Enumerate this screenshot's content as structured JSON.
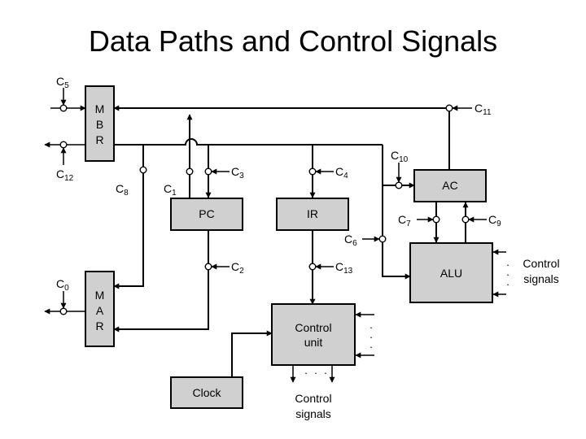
{
  "title": "Data Paths and Control Signals",
  "blocks": {
    "mbr": [
      "M",
      "B",
      "R"
    ],
    "mar": [
      "M",
      "A",
      "R"
    ],
    "pc": "PC",
    "ir": "IR",
    "ac": "AC",
    "alu": "ALU",
    "control_unit": [
      "Control",
      "unit"
    ],
    "clock": "Clock"
  },
  "control_signals": [
    {
      "letter": "C",
      "sub": "0"
    },
    {
      "letter": "C",
      "sub": "1"
    },
    {
      "letter": "C",
      "sub": "2"
    },
    {
      "letter": "C",
      "sub": "3"
    },
    {
      "letter": "C",
      "sub": "4"
    },
    {
      "letter": "C",
      "sub": "5"
    },
    {
      "letter": "C",
      "sub": "6"
    },
    {
      "letter": "C",
      "sub": "7"
    },
    {
      "letter": "C",
      "sub": "8"
    },
    {
      "letter": "C",
      "sub": "9"
    },
    {
      "letter": "C",
      "sub": "10"
    },
    {
      "letter": "C",
      "sub": "11"
    },
    {
      "letter": "C",
      "sub": "12"
    },
    {
      "letter": "C",
      "sub": "13"
    }
  ],
  "alu_control_label": [
    "Control",
    "signals"
  ],
  "cu_control_label": [
    "Control",
    "signals"
  ],
  "ellipsis": "·"
}
